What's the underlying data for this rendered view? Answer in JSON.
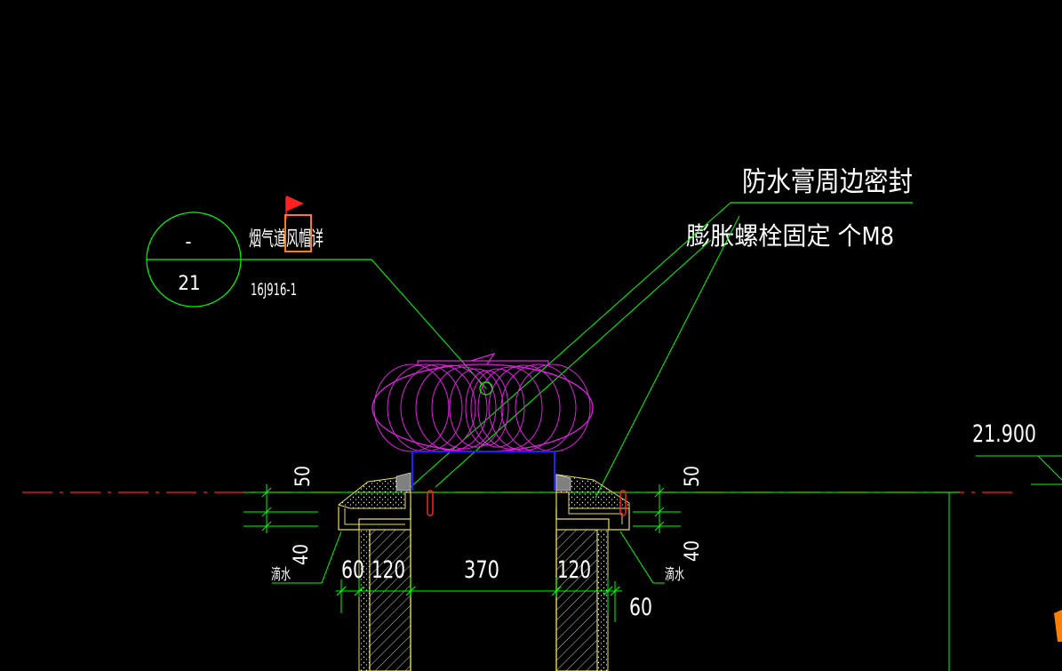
{
  "detail_mark": {
    "top": "-",
    "bottom": "21"
  },
  "title": {
    "name": "烟气道风帽详",
    "standard": "16J916-1"
  },
  "notes": {
    "sealant": "防水膏周边密封",
    "bolts": "膨胀螺栓固定 个M8"
  },
  "elevation": "21.900",
  "dimensions": {
    "left_50": "50",
    "right_50": "50",
    "left_40": "40",
    "right_40": "40",
    "left_60": "60",
    "left_120": "120",
    "middle_370": "370",
    "right_120": "120",
    "right_60": "60"
  },
  "drip_label_left": "滴水",
  "drip_label_right": "滴水",
  "colors": {
    "background": "#000000",
    "leader": "#00ff00",
    "hood": "#e020e0",
    "frame": "#2020ff",
    "wall": "#e8e050",
    "centerline": "#ff2020",
    "text": "#ffffff",
    "highlight": "#ff7f00"
  }
}
